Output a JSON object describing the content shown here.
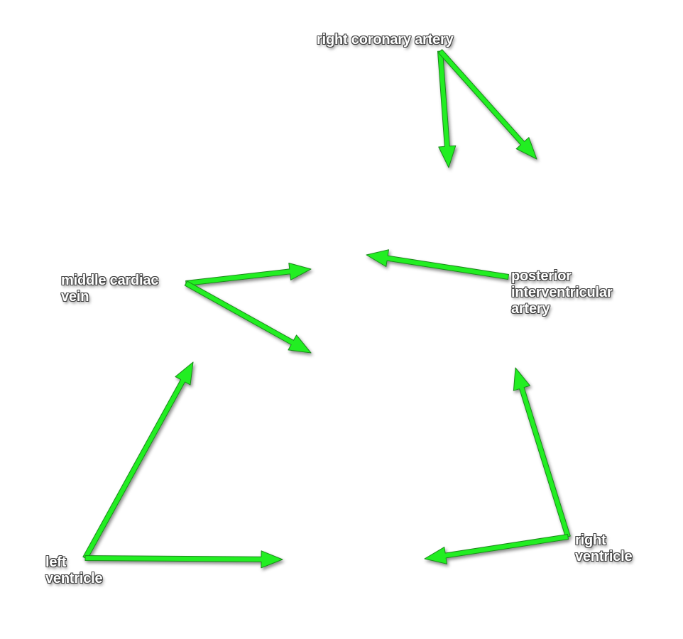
{
  "labels": {
    "right_coronary_artery": [
      "right coronary artery"
    ],
    "middle_cardiac_vein": [
      "middle cardiac",
      "vein"
    ],
    "posterior_interventricular_artery": [
      "posterior",
      "interventricular",
      "artery"
    ],
    "left_ventricle": [
      "left",
      "ventricle"
    ],
    "right_ventricle": [
      "right",
      "ventricle"
    ]
  },
  "colors": {
    "arrow": "#22ee22",
    "arrow_outline": "#1a8a1a",
    "label_text": "#ffffff",
    "label_outline": "#444444",
    "background": "#ffffff"
  }
}
